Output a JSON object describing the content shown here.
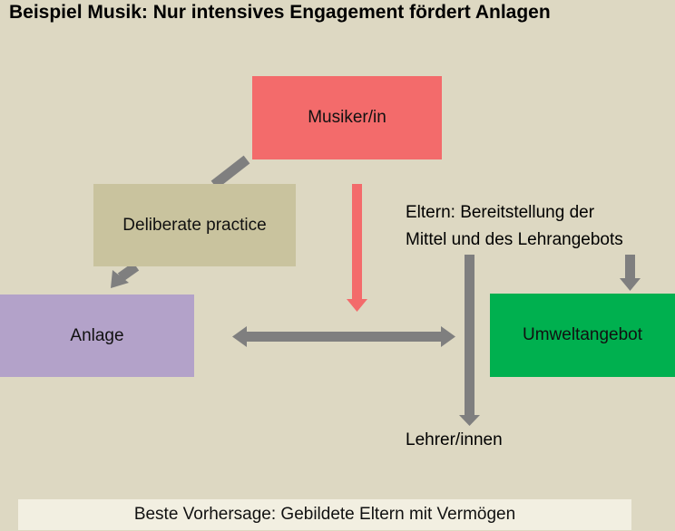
{
  "title": "Beispiel Musik: Nur intensives Engagement fördert Anlagen",
  "nodes": {
    "musiker": "Musiker/in",
    "deliberate": "Deliberate practice",
    "anlage": "Anlage",
    "umwelt": "Umweltangebot"
  },
  "labels": {
    "eltern_line1": "Eltern: Bereitstellung der",
    "eltern_line2": "Mittel und des Lehrangebots",
    "lehrer": "Lehrer/innen"
  },
  "footer": "Beste Vorhersage: Gebildete Eltern mit Vermögen",
  "colors": {
    "background": "#ddd8c2",
    "musiker": "#f36b6b",
    "deliberate": "#c9c39e",
    "anlage": "#b3a2c9",
    "umwelt": "#00b04f",
    "arrow_gray": "#7f7f7f",
    "arrow_red": "#f36b6b"
  }
}
